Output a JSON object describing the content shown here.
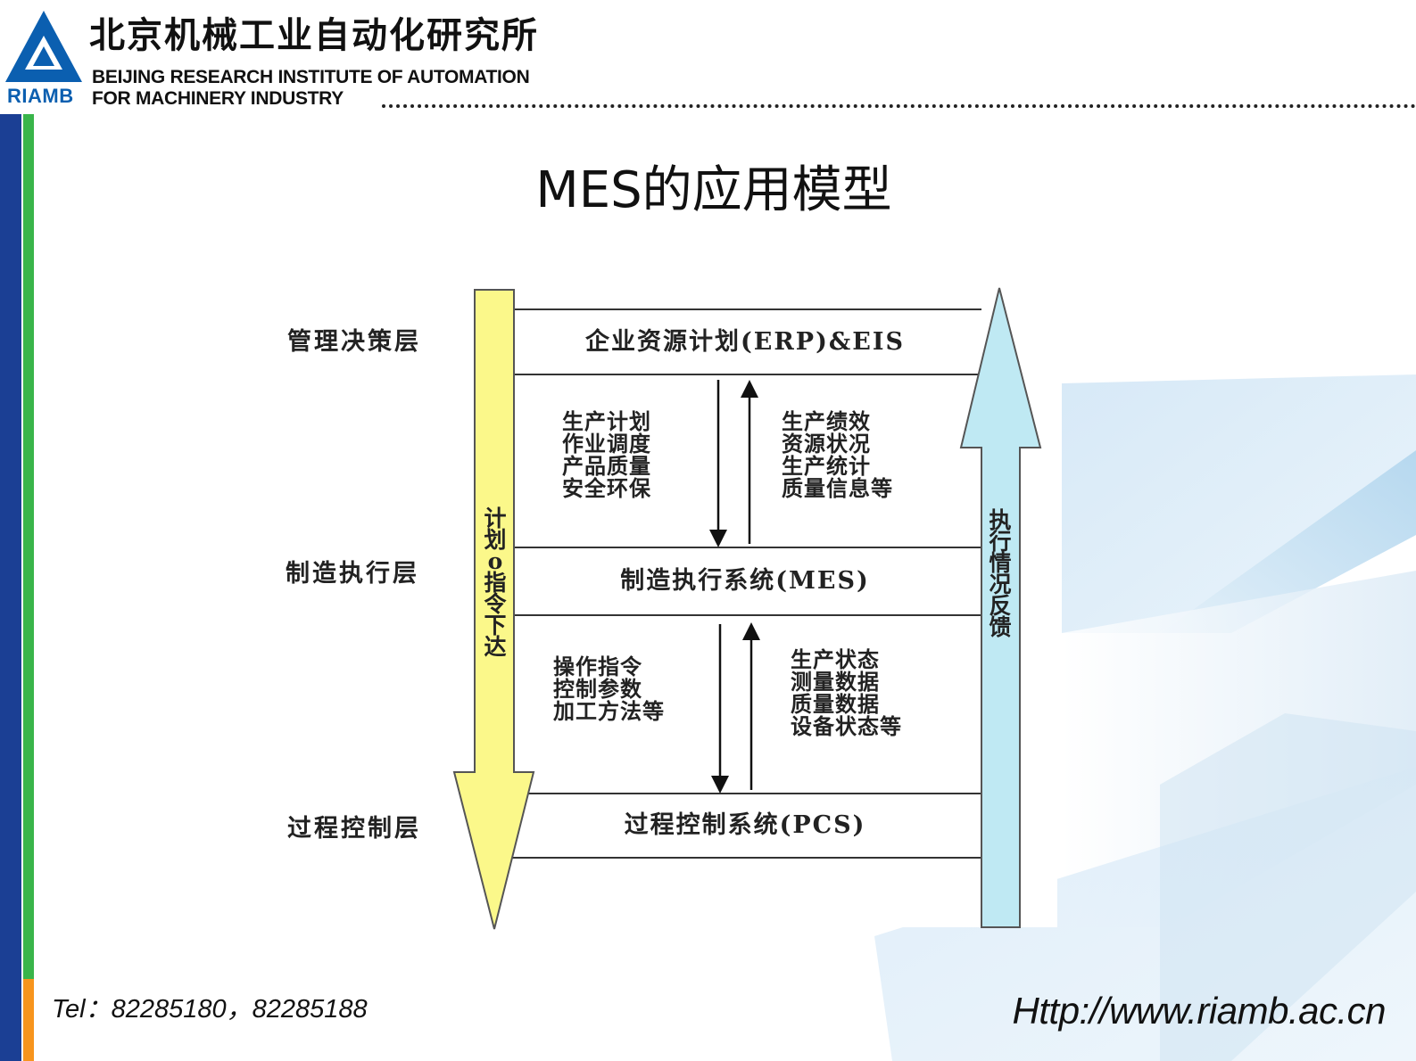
{
  "header": {
    "org_name_cn": "北京机械工业自动化研究所",
    "org_name_en_line1": "BEIJING RESEARCH INSTITUTE OF AUTOMATION",
    "org_name_en_line2": "FOR MACHINERY INDUSTRY",
    "abbr": "RIAMB"
  },
  "title": "MES的应用模型",
  "layers": {
    "management": "管理决策层",
    "execution": "制造执行层",
    "process": "过程控制层"
  },
  "systems": {
    "erp": "企业资源计划(ERP)&EIS",
    "mes": "制造执行系统(MES)",
    "pcs": "过程控制系统(PCS)"
  },
  "flows": {
    "top_down": [
      "生产计划",
      "作业调度",
      "产品质量",
      "安全环保"
    ],
    "top_up": [
      "生产绩效",
      "资源状况",
      "生产统计",
      "质量信息等"
    ],
    "bottom_down": [
      "操作指令",
      "控制参数",
      "加工方法等"
    ],
    "bottom_up": [
      "生产状态",
      "测量数据",
      "质量数据",
      "设备状态等"
    ]
  },
  "arrows": {
    "left_label": [
      "计",
      "划",
      "o",
      "指",
      "令",
      "下",
      "达"
    ],
    "right_label": [
      "执",
      "行",
      "情",
      "况",
      "反",
      "馈"
    ]
  },
  "colors": {
    "left_arrow": "#fbf88a",
    "right_arrow": "#bfe9f3",
    "sidebar_blue": "#1b3f94",
    "sidebar_green": "#39b54a",
    "sidebar_orange": "#f7941d",
    "logo_blue": "#0b5fb0"
  },
  "footer": {
    "tel": "Tel：82285180，82285188",
    "url": "Http://www.riamb.ac.cn"
  }
}
